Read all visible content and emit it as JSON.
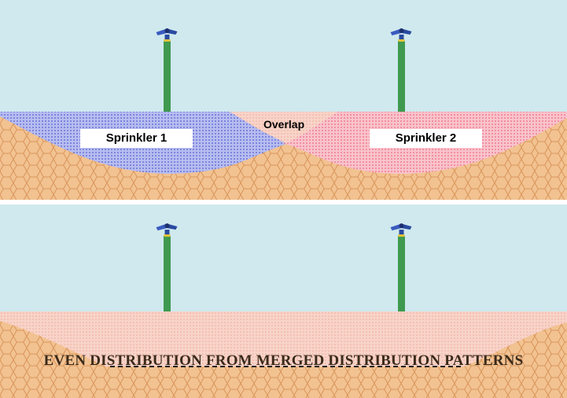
{
  "top_panel": {
    "sprinkler_1_label": "Sprinkler 1",
    "sprinkler_2_label": "Sprinkler 2",
    "overlap_label": "Overlap"
  },
  "bottom_panel": {
    "caption": "EVEN DISTRIBUTION FROM MERGED DISTRIBUTION PATTERNS"
  },
  "colors": {
    "sky": "#cfe9ee",
    "soil": "#f2c291",
    "soil_cell_line": "#d9955a",
    "sprinkler_1_water": "#9aa2e6",
    "sprinkler_2_water": "#f3a0b0",
    "merged_water": "#f6c8bd",
    "riser": "#3f9a4f",
    "sprinkler_head": "#2a4aa0"
  }
}
